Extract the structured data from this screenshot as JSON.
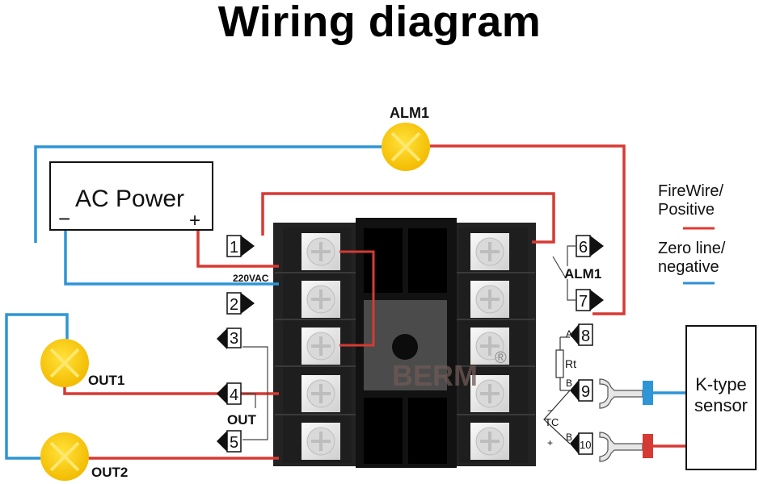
{
  "title": "Wiring diagram",
  "power": {
    "label": "AC Power",
    "minus": "−",
    "plus": "+"
  },
  "voltage": "220VAC",
  "alarm": {
    "lamp_label": "ALM1",
    "relay_label": "ALM1"
  },
  "outputs": {
    "lamp1": "OUT1",
    "lamp2": "OUT2",
    "group": "OUT"
  },
  "sensor": {
    "label_line1": "K-type",
    "label_line2": "sensor"
  },
  "brand": "BERM",
  "brand_mark": "®",
  "rtd": {
    "a": "A",
    "rt": "Rt",
    "b1": "B",
    "b2": "B",
    "tc": "TC",
    "plus": "+",
    "minus": "−"
  },
  "legend": {
    "fire_line1": "FireWire/",
    "fire_line2": "Positive",
    "zero_line1": "Zero line/",
    "zero_line2": "negative",
    "fire_color": "#e03a2f",
    "zero_color": "#2f8fd6"
  },
  "terminals_left": [
    "1",
    "2",
    "3",
    "4",
    "5"
  ],
  "terminals_right": [
    "6",
    "7",
    "8",
    "9",
    "10"
  ],
  "colors": {
    "live": "#d63a34",
    "neutral": "#2e95d6",
    "lamp": "#f6c400",
    "lamp_cross": "#ffe770",
    "body": "#2a2a2a"
  }
}
